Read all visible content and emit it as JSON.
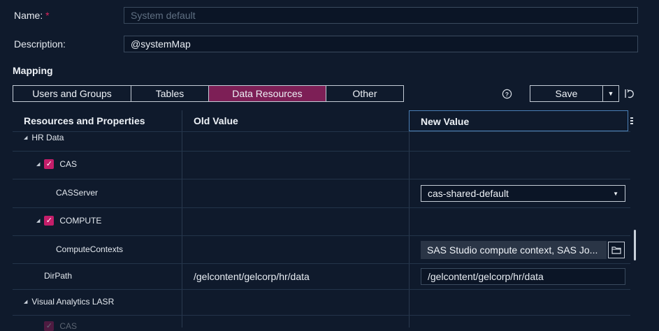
{
  "form": {
    "name_label": "Name:",
    "name_required": "*",
    "name_placeholder": "System default",
    "name_value": "",
    "description_label": "Description:",
    "description_value": "@systemMap"
  },
  "mapping": {
    "title": "Mapping",
    "tabs": [
      "Users and Groups",
      "Tables",
      "Data Resources",
      "Other"
    ],
    "active_tab": "Data Resources",
    "help_icon": "help-circle-icon",
    "save_label": "Save",
    "reset_icon": "reset-icon"
  },
  "table": {
    "columns": [
      "Resources and Properties",
      "Old Value",
      "New Value"
    ],
    "rows": [
      {
        "label": "HR Data",
        "old": "",
        "new": ""
      },
      {
        "label": "CAS",
        "checked": true,
        "old": "",
        "new": ""
      },
      {
        "label": "CASServer",
        "old": "",
        "new": "cas-shared-default"
      },
      {
        "label": "COMPUTE",
        "checked": true,
        "old": "",
        "new": ""
      },
      {
        "label": "ComputeContexts",
        "old": "",
        "new": "SAS Studio compute context, SAS Jo..."
      },
      {
        "label": "DirPath",
        "old": "/gelcontent/gelcorp/hr/data",
        "new": "/gelcontent/gelcorp/hr/data"
      },
      {
        "label": "Visual Analytics LASR",
        "old": "",
        "new": ""
      },
      {
        "label": "CAS",
        "checked": true,
        "old": "",
        "new": ""
      }
    ]
  },
  "colors": {
    "background": "#0f1a2c",
    "accent": "#7d1f56",
    "checkbox": "#c41e6a"
  }
}
